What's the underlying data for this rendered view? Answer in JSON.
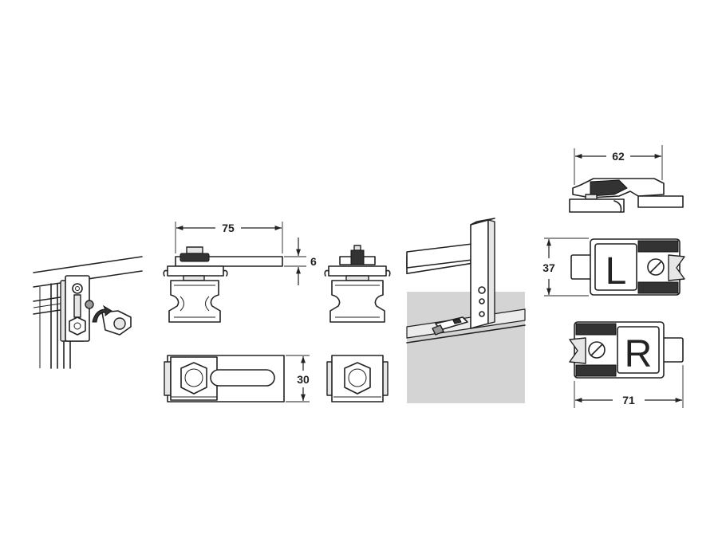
{
  "dimensions": {
    "top_width": "75",
    "plate_thickness": "6",
    "top_height": "30",
    "part_width": "62",
    "part_height": "37",
    "part_length": "71"
  },
  "labels": {
    "left": "L",
    "right": "R"
  },
  "colors": {
    "line": "#222222",
    "light_fill": "#e6e6e6",
    "mid_fill": "#9a9a9a",
    "panel_fill": "#d4d4d4"
  }
}
